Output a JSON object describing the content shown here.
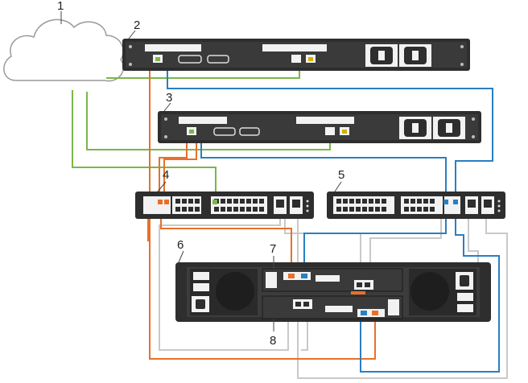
{
  "callouts": [
    "1",
    "2",
    "3",
    "4",
    "5",
    "6",
    "7",
    "8"
  ],
  "icons": {
    "cloud": "network-cloud-icon",
    "power": "power-socket-icon"
  },
  "colors": {
    "green": "#7ab648",
    "orange": "#e8702a",
    "blue": "#2a7fc1",
    "gray": "#c9c9c9",
    "chassis": "#2e2e2e"
  }
}
